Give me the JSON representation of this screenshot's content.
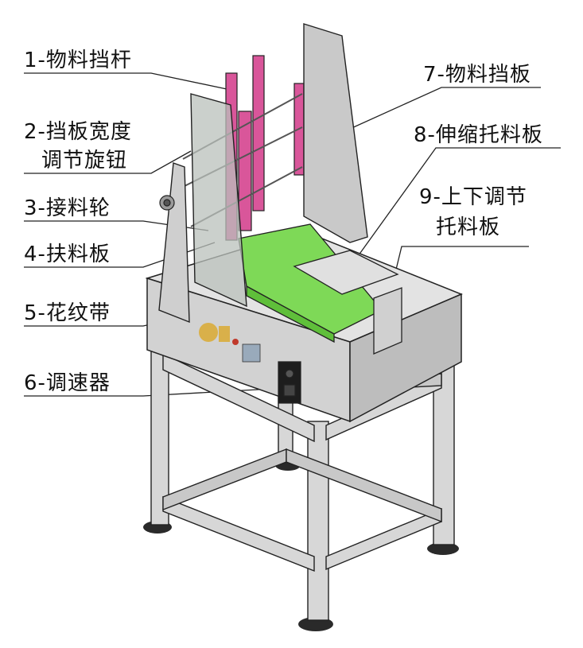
{
  "labels": {
    "l1": "1-物料挡杆",
    "l2a": "2-挡板宽度",
    "l2b": "调节旋钮",
    "l3": "3-接料轮",
    "l4": "4-扶料板",
    "l5": "5-花纹带",
    "l6": "6-调速器",
    "l7": "7-物料挡板",
    "l8": "8-伸缩托料板",
    "l9a": "9-上下调节",
    "l9b": "托料板"
  },
  "colors": {
    "belt": "#7ed957",
    "rails": "#d9569a",
    "metal": "#d7d7d7",
    "shade": "#bdbdbd",
    "line": "#222222"
  }
}
